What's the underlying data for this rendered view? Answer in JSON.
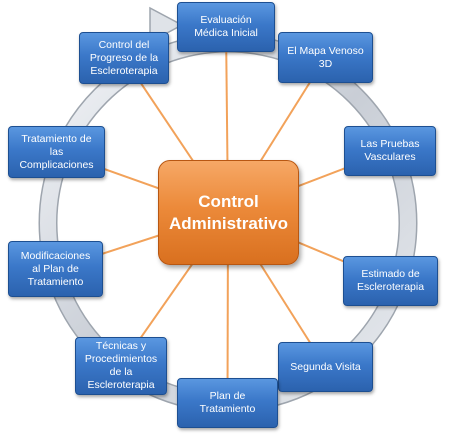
{
  "center": {
    "label": "Control\nAdministrativo"
  },
  "nodes": [
    {
      "id": "evaluacion",
      "label": "Evaluación\nMédica Inicial"
    },
    {
      "id": "mapa",
      "label": "El Mapa Venoso\n3D"
    },
    {
      "id": "pruebas",
      "label": "Las Pruebas\nVasculares"
    },
    {
      "id": "estimado",
      "label": "Estimado de\nEscleroterapia"
    },
    {
      "id": "segunda",
      "label": "Segunda Visita"
    },
    {
      "id": "plan",
      "label": "Plan de\nTratamiento"
    },
    {
      "id": "tecnicas",
      "label": "Técnicas y\nProcedimientos\nde la\nEscleroterapia"
    },
    {
      "id": "modificaciones",
      "label": "Modificaciones\nal Plan de\nTratamiento"
    },
    {
      "id": "complicaciones",
      "label": "Tratamiento de\nlas\nComplicaciones"
    },
    {
      "id": "progreso",
      "label": "Control del\nProgreso de la\nEscleroterapia"
    }
  ]
}
